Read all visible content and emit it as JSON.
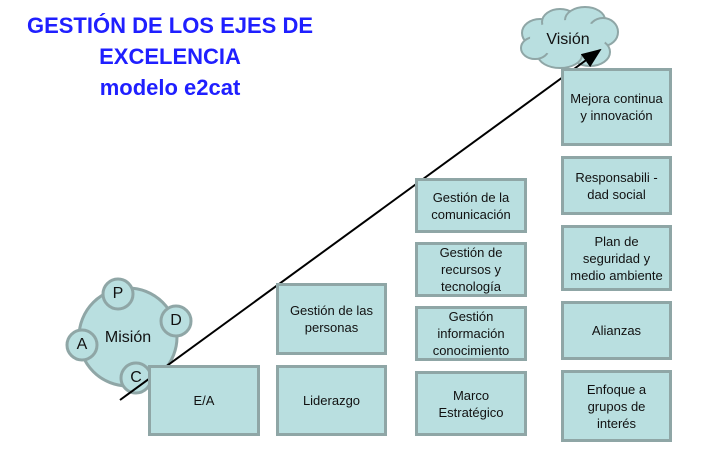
{
  "title": [
    "GESTIÓN DE LOS EJES DE",
    "EXCELENCIA",
    "modelo e2cat"
  ],
  "mission": {
    "label": "Misión",
    "cycle": [
      "P",
      "D",
      "C",
      "A"
    ]
  },
  "vision": "Visión",
  "columns": [
    [
      "E/A"
    ],
    [
      "Gestión de las personas",
      "Liderazgo"
    ],
    [
      "Gestión de la comunicación",
      "Gestión de recursos y tecnología",
      "Gestión información conocimiento",
      "Marco Estratégico"
    ],
    [
      "Mejora continua y innovación",
      "Responsabili - dad social",
      "Plan de seguridad y medio ambiente",
      "Alianzas",
      "Enfoque a grupos de interés"
    ]
  ],
  "colors": {
    "title": "#1f1fff",
    "fill": "#b9dfe0",
    "border": "#8fa6a6"
  }
}
